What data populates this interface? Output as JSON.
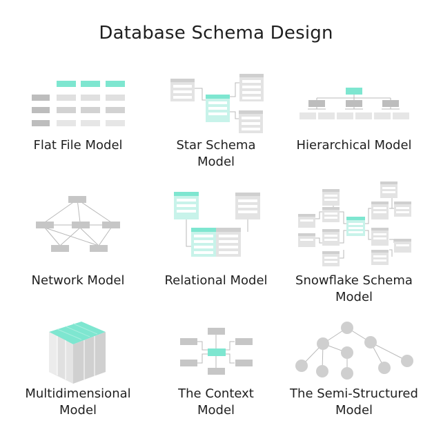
{
  "page": {
    "title": "Database Schema Design"
  },
  "colors": {
    "accent": "#7ee6d0",
    "accent_light": "#c8f3ea",
    "gray_dark": "#bdbdbd",
    "gray_mid": "#d2d2d2",
    "gray_light": "#e6e6e6",
    "line": "#b8b8b8"
  },
  "models": [
    {
      "id": "flat-file",
      "label": "Flat File Model",
      "icon": "flat-file-icon"
    },
    {
      "id": "star-schema",
      "label": "Star Schema\nModel",
      "icon": "star-schema-icon"
    },
    {
      "id": "hierarchical",
      "label": "Hierarchical Model",
      "icon": "hierarchical-icon"
    },
    {
      "id": "network",
      "label": "Network Model",
      "icon": "network-icon"
    },
    {
      "id": "relational",
      "label": "Relational Model",
      "icon": "relational-icon"
    },
    {
      "id": "snowflake",
      "label": "Snowflake Schema\nModel",
      "icon": "snowflake-icon"
    },
    {
      "id": "multidimensional",
      "label": "Multidimensional\nModel",
      "icon": "cube-icon"
    },
    {
      "id": "context",
      "label": "The Context\nModel",
      "icon": "context-icon"
    },
    {
      "id": "semi-structured",
      "label": "The Semi-Structured\nModel",
      "icon": "tree-icon"
    }
  ]
}
